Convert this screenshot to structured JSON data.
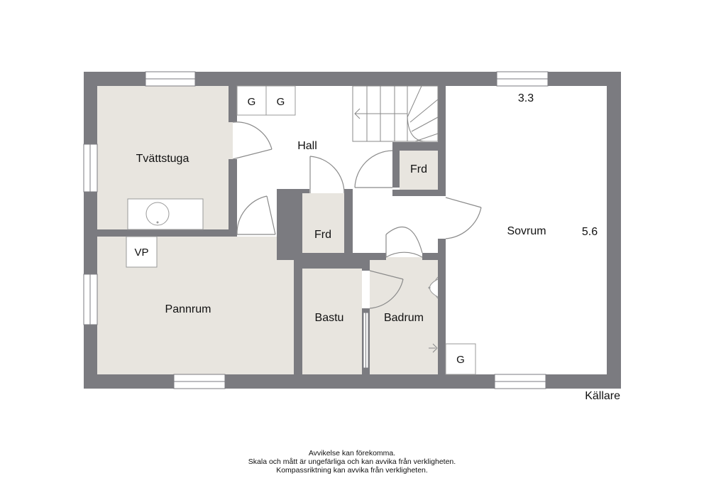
{
  "floor_name": "Källare",
  "rooms": {
    "tvattstuga": "Tvättstuga",
    "hall": "Hall",
    "frd_upper": "Frd",
    "frd_lower": "Frd",
    "sovrum": "Sovrum",
    "pannrum": "Pannrum",
    "bastu": "Bastu",
    "badrum": "Badrum"
  },
  "fixtures": {
    "g1": "G",
    "g2": "G",
    "g3": "G",
    "vp": "VP"
  },
  "dimensions": {
    "width": "3.3",
    "depth": "5.6"
  },
  "disclaimer": {
    "line1": "Avvikelse kan förekomma.",
    "line2": "Skala och mått är ungefärliga och kan avvika från verkligheten.",
    "line3": "Kompassriktning kan avvika från verkligheten."
  },
  "colors": {
    "wall": "#7b7b80",
    "floor_shaded": "#e8e5df",
    "floor_white": "#ffffff"
  }
}
